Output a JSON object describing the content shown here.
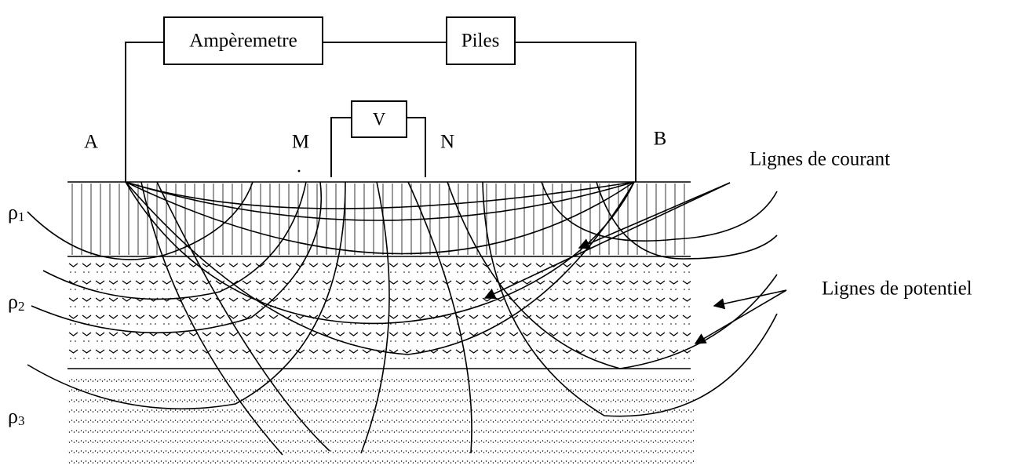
{
  "instruments": {
    "ammeter": "Ampèremetre",
    "battery": "Piles",
    "voltmeter": "V"
  },
  "electrodes": {
    "a": "A",
    "m": "M",
    "n": "N",
    "b": "B"
  },
  "layers": [
    {
      "symbol": "ρ",
      "index": "1"
    },
    {
      "symbol": "ρ",
      "index": "2"
    },
    {
      "symbol": "ρ",
      "index": "3"
    }
  ],
  "callouts": {
    "current_lines": "Lignes de courant",
    "potential_lines": "Lignes de potentiel"
  }
}
